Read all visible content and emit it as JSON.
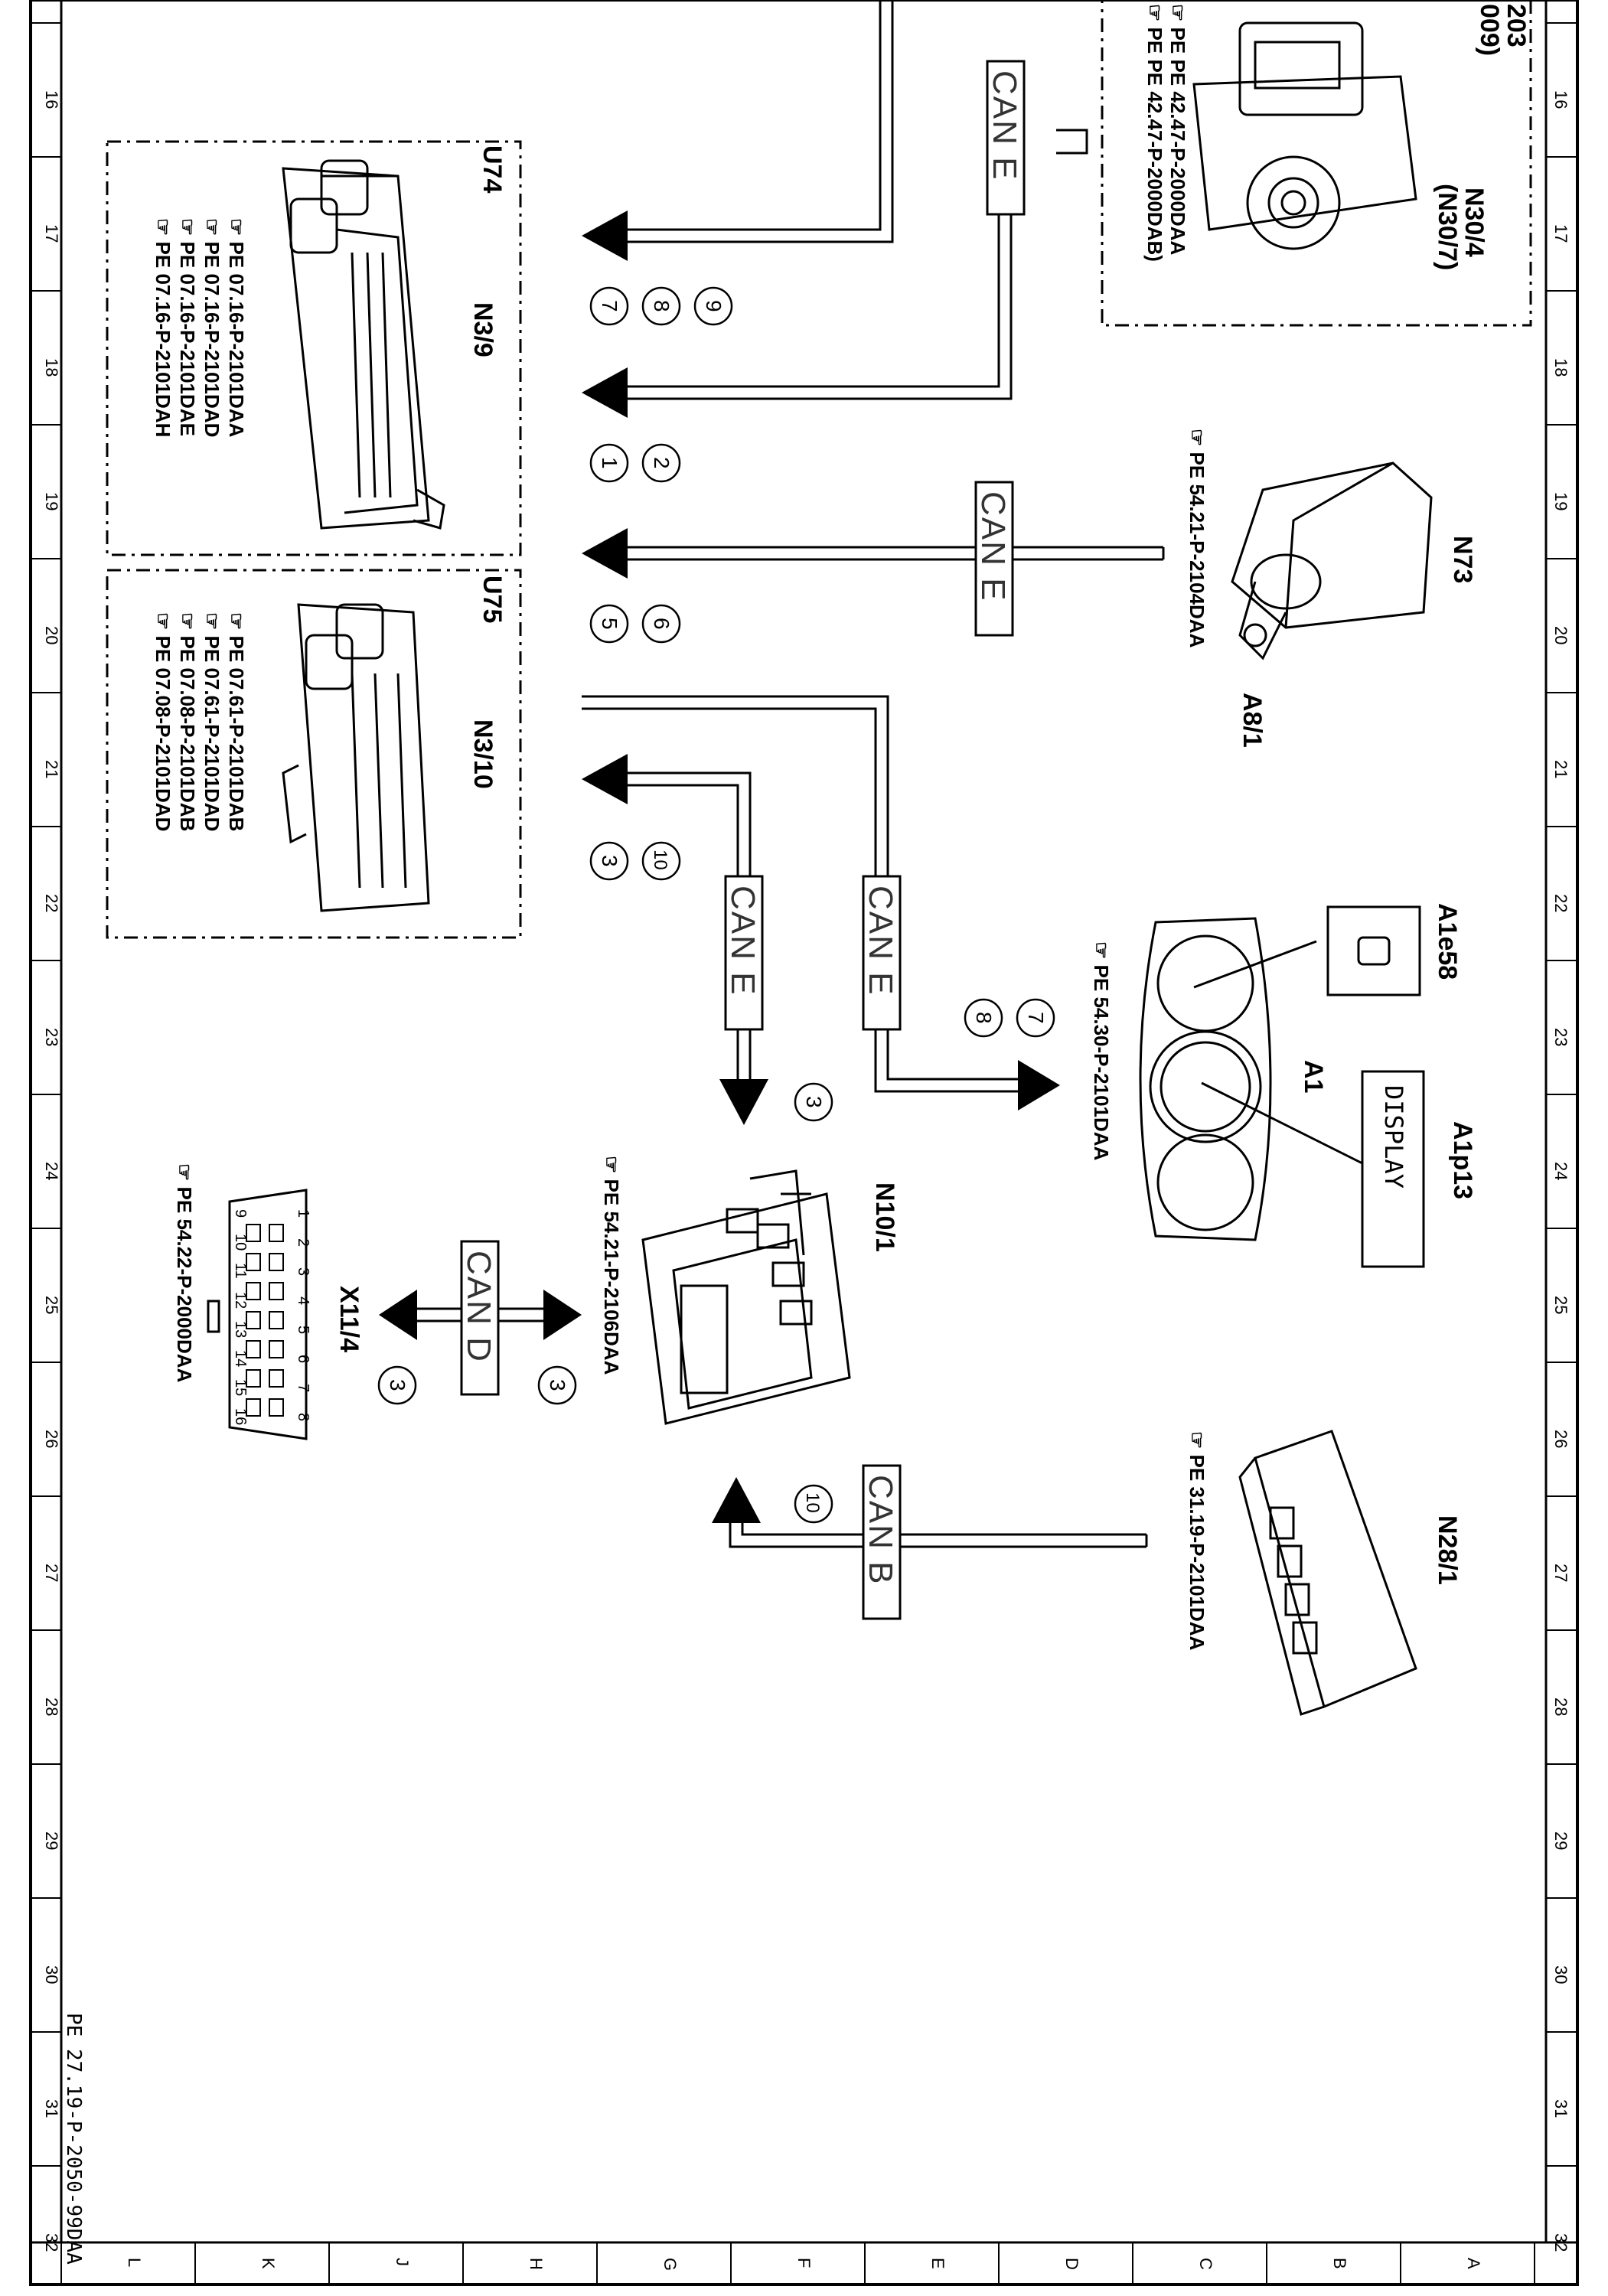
{
  "document_ref": "PE 27.19-P-2050-99DAA",
  "ruler_numbers": [
    "16",
    "17",
    "18",
    "19",
    "20",
    "21",
    "22",
    "23",
    "24",
    "25",
    "26",
    "27",
    "28",
    "29",
    "30",
    "31",
    "32"
  ],
  "ruler_letters": [
    "L",
    "K",
    "J",
    "H",
    "G",
    "F",
    "E",
    "D",
    "C",
    "B",
    "A"
  ],
  "top_partial": {
    "line1": "203",
    "line2": "009)"
  },
  "components": {
    "u74": {
      "frame": "U74",
      "label": "N3/9",
      "refs": [
        "PE 07.16-P-2101DAA",
        "PE 07.16-P-2101DAD",
        "PE 07.16-P-2101DAE",
        "PE 07.16-P-2101DAH"
      ]
    },
    "u75": {
      "frame": "U75",
      "label": "N3/10",
      "refs": [
        "PE 07.61-P-2101DAB",
        "PE 07.61-P-2101DAD",
        "PE 07.08-P-2101DAB",
        "PE 07.08-P-2101DAD"
      ]
    },
    "n30": {
      "label1": "N30/4",
      "label2": "(N30/7)",
      "refs": [
        "PE 42.47-P-2000DAA",
        "PE 42.47-P-2000DAB)"
      ]
    },
    "n73": {
      "label": "N73",
      "sublabel": "A8/1",
      "ref": "PE 54.21-P-2104DAA"
    },
    "a1": {
      "label": "A1",
      "lamp": "A1e58",
      "display_label": "A1p13",
      "display_text": "DISPLAY",
      "ref": "PE 54.30-P-2101DAA"
    },
    "n10": {
      "label": "N10/1",
      "ref": "PE 54.21-P-2106DAA"
    },
    "x11": {
      "label": "X11/4",
      "pins_top": [
        "1",
        "2",
        "3",
        "4",
        "5",
        "6",
        "7",
        "8"
      ],
      "pins_bottom": [
        "9",
        "10",
        "11",
        "12",
        "13",
        "14",
        "15",
        "16"
      ],
      "ref": "PE 54.22-P-2000DAA"
    },
    "n28": {
      "label": "N28/1",
      "ref": "PE 31.19-P-2101DAA"
    }
  },
  "buses": {
    "can_e": "CAN E",
    "can_d": "CAN D",
    "can_b": "CAN B"
  },
  "callouts": {
    "c1": "1",
    "c2": "2",
    "c3": "3",
    "c5": "5",
    "c6": "6",
    "c7": "7",
    "c8": "8",
    "c9": "9",
    "c10": "10"
  }
}
